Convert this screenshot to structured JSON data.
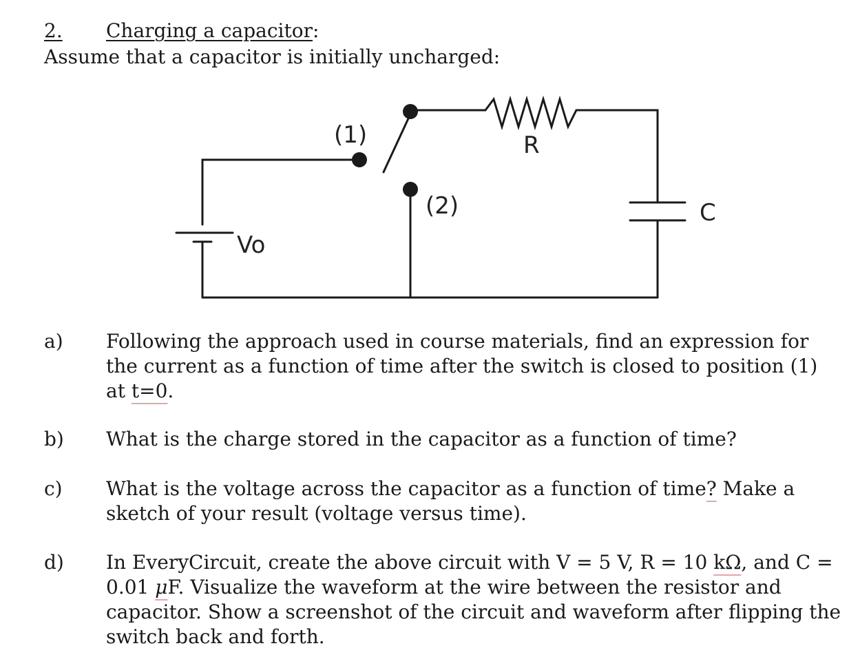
{
  "heading": {
    "number": "2.",
    "title": "Charging a capacitor",
    "colon": ":"
  },
  "intro": "Assume that a capacitor is initially uncharged:",
  "circuit": {
    "label_position_1": "(1)",
    "label_position_2": "(2)",
    "label_resistor": "R",
    "label_capacitor": "C",
    "label_source": "Vo"
  },
  "questions": {
    "a": {
      "letter": "a)",
      "text_pre": "Following the approach used in course materials, find an expression for the current as a function of time after the switch is closed to position (1) at ",
      "text_marked": "t=0",
      "text_post": "."
    },
    "b": {
      "letter": "b)",
      "text": "What is the charge stored in the capacitor as a function of time?"
    },
    "c": {
      "letter": "c)",
      "text_pre": "What is the voltage across the capacitor as a function of time",
      "text_marked": "?",
      "text_post": " Make a sketch of your result (voltage versus time)."
    },
    "d": {
      "letter": "d)",
      "text_1": "In EveryCircuit, create the above circuit with V = 5 V, R = 10 ",
      "text_marked_1": "kΩ",
      "text_2": ", and C = 0.01 ",
      "text_marked_2": "μ",
      "text_3": "F. Visualize the waveform at the wire between the resistor and capacitor. Show a screenshot of the circuit and waveform after flipping the switch back and forth."
    }
  }
}
